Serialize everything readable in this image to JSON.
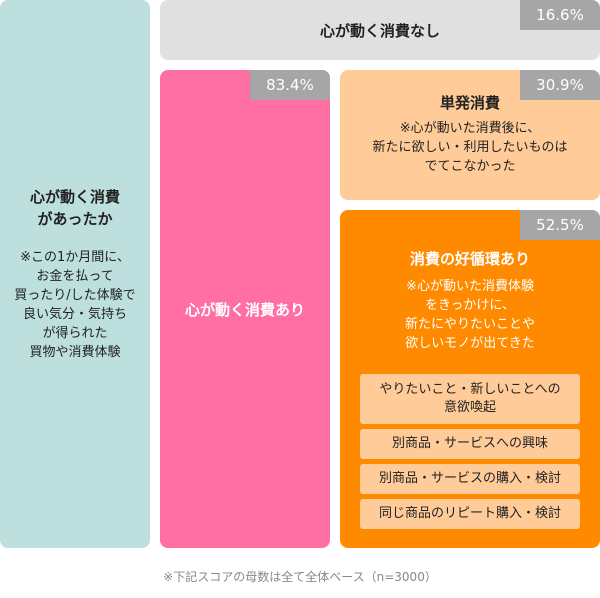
{
  "left": {
    "title": "心が動く消費\nがあったか",
    "desc": "※この1か月間に、\nお金を払って\n買ったり/した体験で\n良い気分・気持ち\nが得られた\n買物や消費体験"
  },
  "top": {
    "title": "心が動く消費なし",
    "pct": "16.6%"
  },
  "pink": {
    "title": "心が動く消費あり",
    "pct": "83.4%"
  },
  "peach": {
    "title": "単発消費",
    "pct": "30.9%",
    "desc": "※心が動いた消費後に、\n新たに欲しい・利用したいものは\nでてこなかった"
  },
  "orange": {
    "title": "消費の好循環あり",
    "pct": "52.5%",
    "desc": "※心が動いた消費体験\nをきっかけに、\n新たにやりたいことや\n欲しいモノが出てきた",
    "items": [
      "やりたいこと・新しいことへの\n意欲喚起",
      "別商品・サービスへの興味",
      "別商品・サービスの購入・検討",
      "同じ商品のリピート購入・検討"
    ]
  },
  "footnote": "※下記スコアの母数は全て全体ベース（n=3000）"
}
